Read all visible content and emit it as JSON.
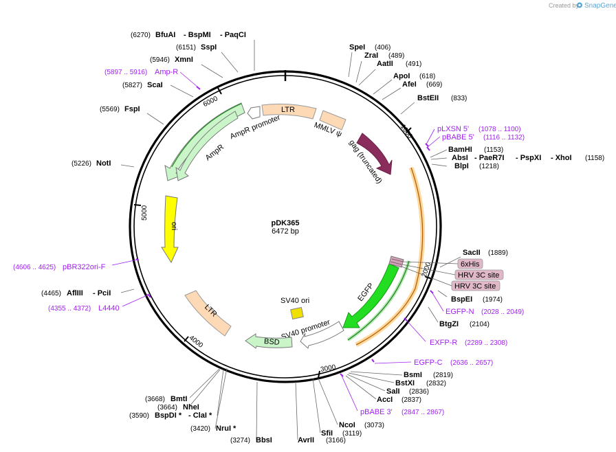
{
  "credit": {
    "prefix": "Created by",
    "brand": "SnapGene"
  },
  "plasmid": {
    "name": "pDK365",
    "length": "6472 bp"
  },
  "ticks": [
    "1000",
    "2000",
    "3000",
    "4000",
    "5000",
    "6000"
  ],
  "sites": [
    {
      "pos": "(6270)",
      "names": [
        "BfuAI",
        "- BspMI",
        "- PaqCI"
      ]
    },
    {
      "pos": "(6151)",
      "names": [
        "SspI"
      ]
    },
    {
      "pos": "(5946)",
      "names": [
        "XmnI"
      ]
    },
    {
      "pos": "(5827)",
      "names": [
        "ScaI"
      ]
    },
    {
      "pos": "(5569)",
      "names": [
        "FspI"
      ]
    },
    {
      "pos": "(5226)",
      "names": [
        "NotI"
      ]
    },
    {
      "pos": "(4465)",
      "names": [
        "AflIII",
        "- PciI"
      ]
    },
    {
      "pos": "(406)",
      "names": [
        "SpeI"
      ]
    },
    {
      "pos": "(489)",
      "names": [
        "ZraI"
      ]
    },
    {
      "pos": "(491)",
      "names": [
        "AatII"
      ]
    },
    {
      "pos": "(618)",
      "names": [
        "ApoI"
      ]
    },
    {
      "pos": "(669)",
      "names": [
        "AfeI"
      ]
    },
    {
      "pos": "(833)",
      "names": [
        "BstEII"
      ]
    },
    {
      "pos": "(1153)",
      "names": [
        "BamHI"
      ]
    },
    {
      "pos": "(1158)",
      "names": [
        "AbsI",
        "- PaeR7I",
        "- PspXI",
        "- XhoI"
      ]
    },
    {
      "pos": "(1218)",
      "names": [
        "BlpI"
      ]
    },
    {
      "pos": "(1889)",
      "names": [
        "SacII"
      ]
    },
    {
      "pos": "(1974)",
      "names": [
        "BspEI"
      ]
    },
    {
      "pos": "(2104)",
      "names": [
        "BtgZI"
      ]
    },
    {
      "pos": "(2819)",
      "names": [
        "BsmI"
      ]
    },
    {
      "pos": "(2832)",
      "names": [
        "BstXI"
      ]
    },
    {
      "pos": "(2836)",
      "names": [
        "SalI"
      ]
    },
    {
      "pos": "(2837)",
      "names": [
        "AccI"
      ]
    },
    {
      "pos": "(3073)",
      "names": [
        "NcoI"
      ]
    },
    {
      "pos": "(3119)",
      "names": [
        "SfiI"
      ]
    },
    {
      "pos": "(3166)",
      "names": [
        "AvrII"
      ]
    },
    {
      "pos": "(3274)",
      "names": [
        "BbsI"
      ]
    },
    {
      "pos": "(3420)",
      "names": [
        "NruI *"
      ]
    },
    {
      "pos": "(3590)",
      "names": [
        "BspDI *",
        "- ClaI *"
      ]
    },
    {
      "pos": "(3664)",
      "names": [
        "NheI"
      ]
    },
    {
      "pos": "(3668)",
      "names": [
        "BmtI"
      ]
    }
  ],
  "primers": [
    {
      "name": "Amp-R",
      "range": "(5897 .. 5916)"
    },
    {
      "name": "pBR322ori-F",
      "range": "(4606 .. 4625)"
    },
    {
      "name": "L4440",
      "range": "(4355 .. 4372)"
    },
    {
      "name": "pLXSN 5'",
      "range": "(1078 .. 1100)"
    },
    {
      "name": "pBABE 5'",
      "range": "(1116 .. 1132)"
    },
    {
      "name": "EGFP-N",
      "range": "(2028 .. 2049)"
    },
    {
      "name": "EXFP-R",
      "range": "(2289 .. 2308)"
    },
    {
      "name": "EGFP-C",
      "range": "(2636 .. 2657)"
    },
    {
      "name": "pBABE 3'",
      "range": "(2847 .. 2867)"
    }
  ],
  "tags": [
    "6xHis",
    "HRV 3C site",
    "HRV 3C site"
  ],
  "features": {
    "ltr_top": "LTR",
    "mmlv": "MMLV ψ",
    "gag": "gag (truncated)",
    "ampr": "AmpR",
    "ampr_promoter": "AmpR promoter",
    "ori": "ori",
    "ltr_bottom": "LTR",
    "sv40_ori": "SV40 ori",
    "sv40_promoter": "SV40 promoter",
    "bsd": "BSD",
    "egfp": "EGFP"
  },
  "colors": {
    "backbone": "#000000",
    "enzyme": "#000000",
    "primer": "#a020f0",
    "ltr": "#fdd9b5",
    "ampr": "#c9f5c9",
    "ori": "#ffff00",
    "gag": "#8b2d5c",
    "egfp": "#22dd22",
    "sv40_ori": "#f0e000",
    "orange_orf": "#f0a040",
    "tag": "#e0b8c8"
  }
}
